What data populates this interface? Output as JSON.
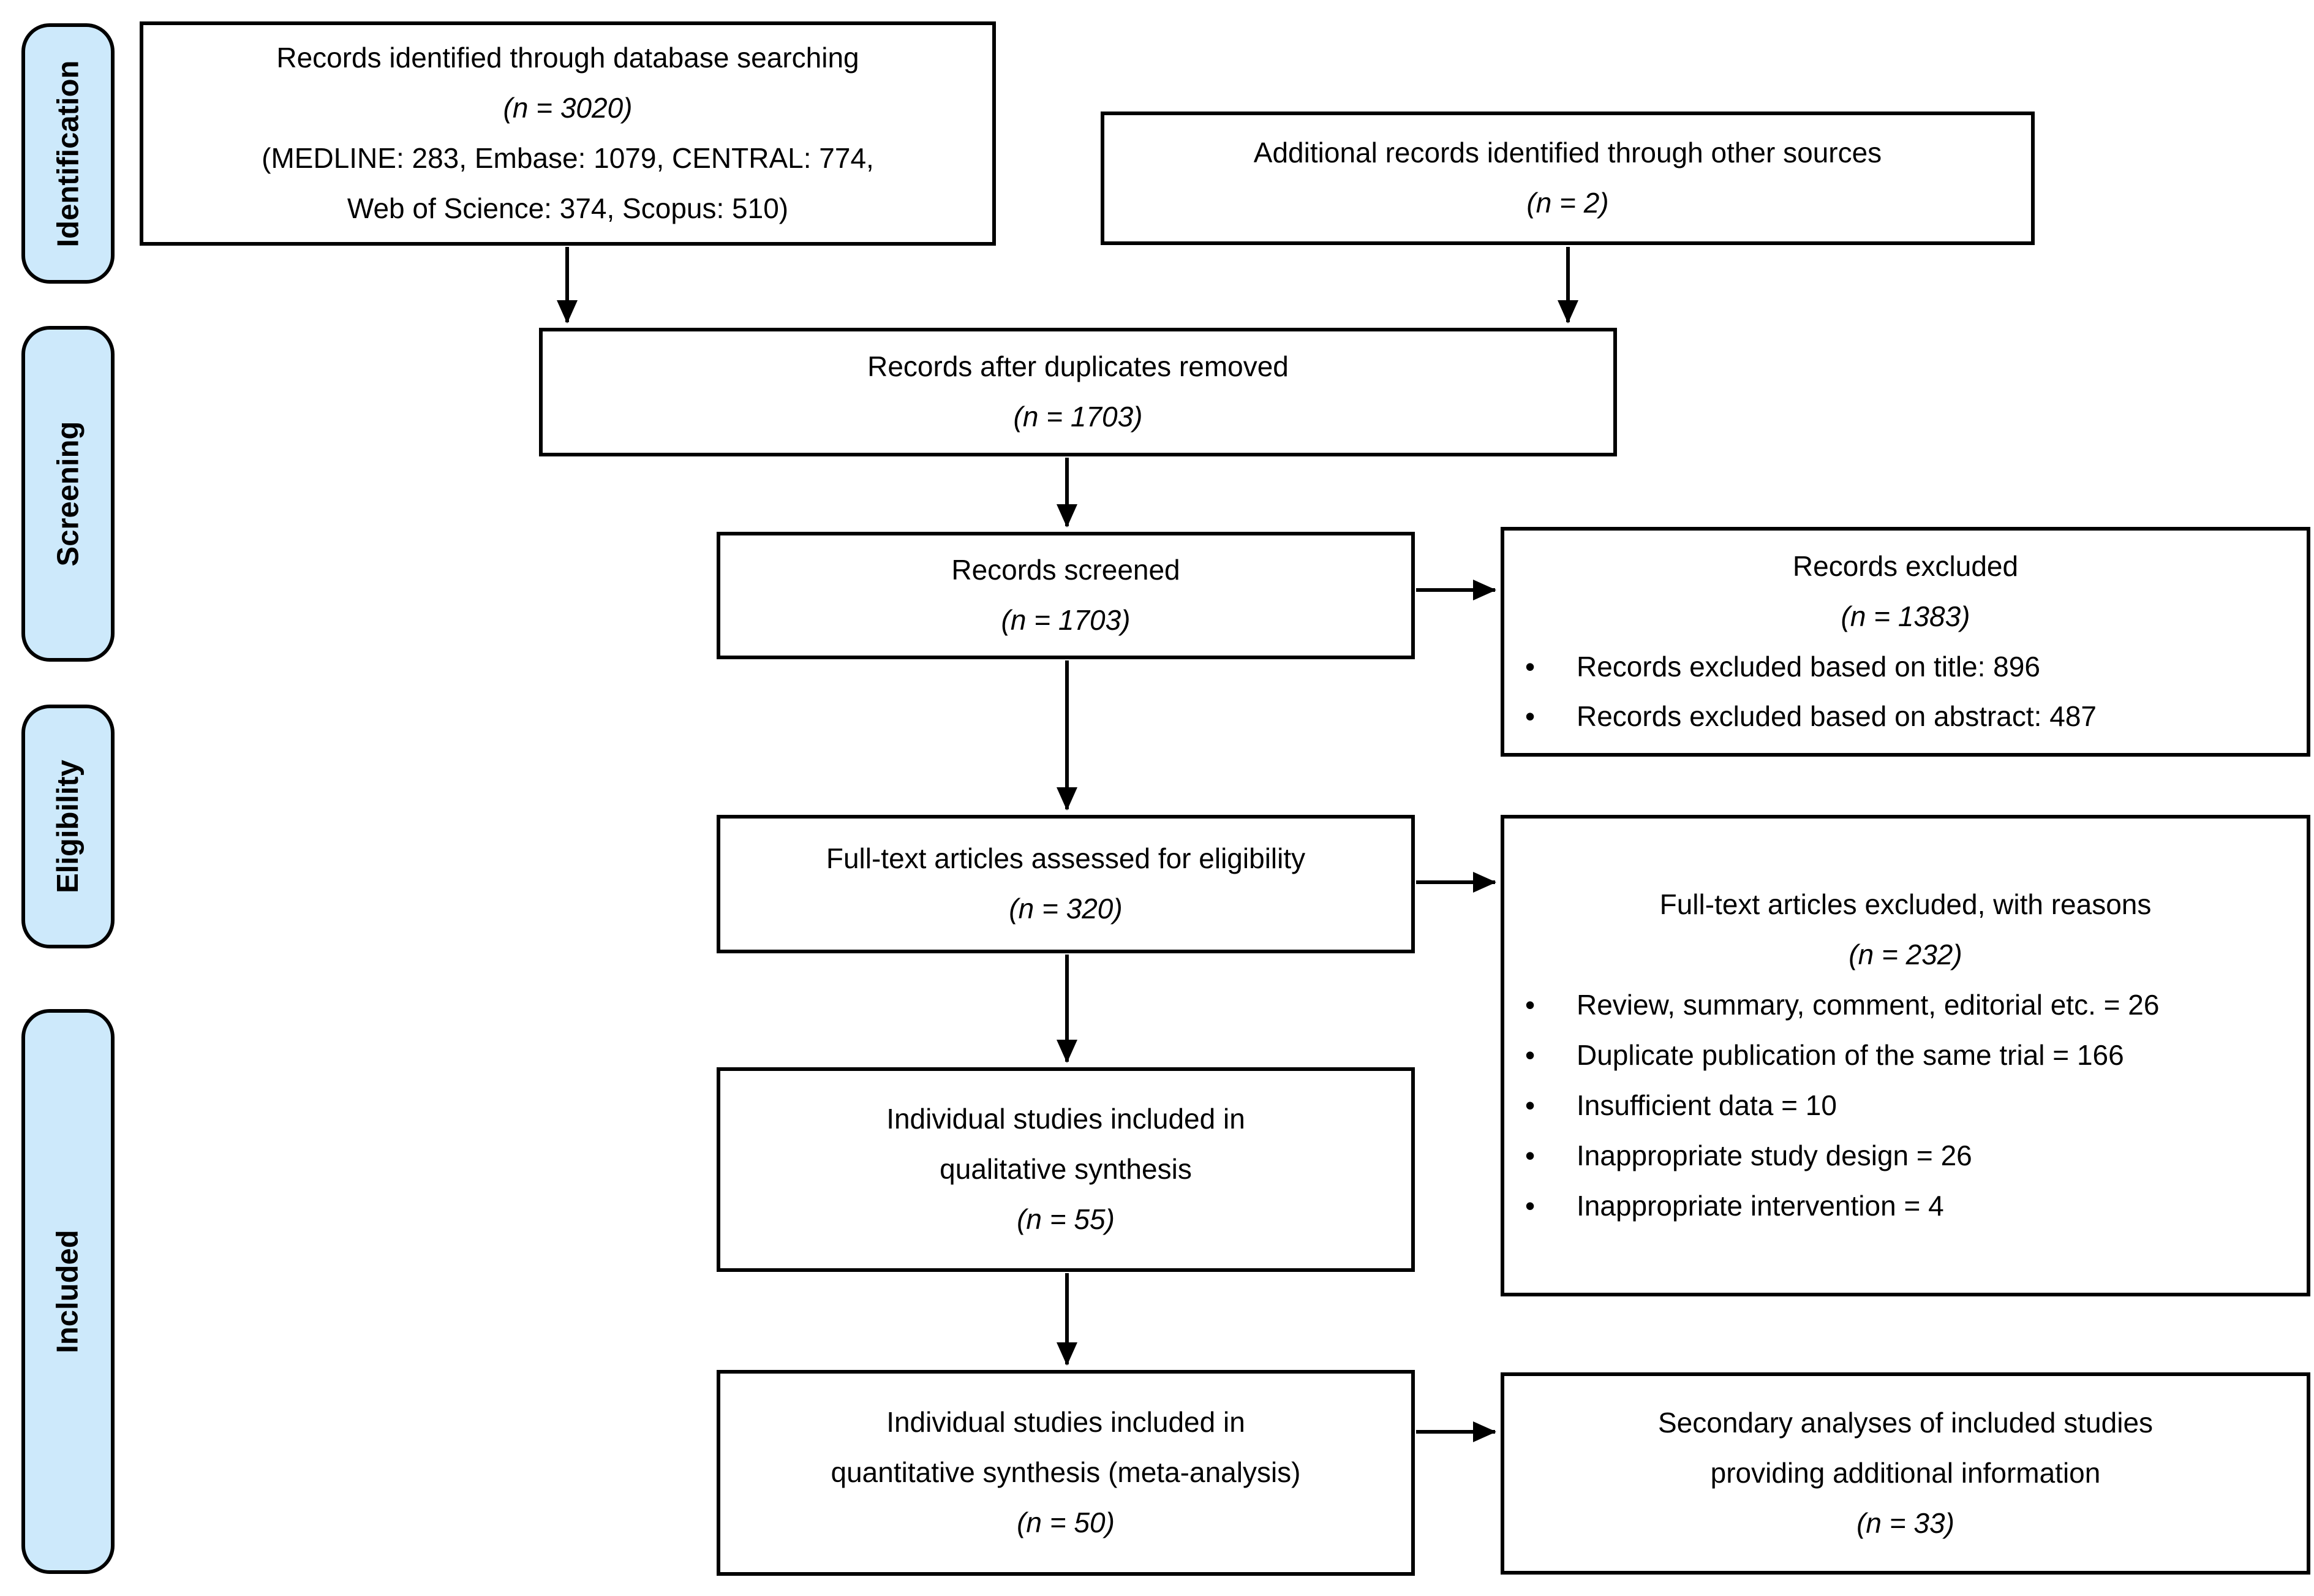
{
  "colors": {
    "stage_fill": "#cde9fb",
    "stroke": "#000000",
    "box_fill": "#ffffff"
  },
  "stages": [
    {
      "label": "Identification"
    },
    {
      "label": "Screening"
    },
    {
      "label": "Eligibility"
    },
    {
      "label": "Included"
    }
  ],
  "boxes": {
    "identified": {
      "title": "Records identified through database searching",
      "n": "(n = 3020)",
      "detail1": "(MEDLINE: 283, Embase: 1079, CENTRAL: 774,",
      "detail2": "Web of Science: 374, Scopus: 510)"
    },
    "other_sources": {
      "title": "Additional records identified through other sources",
      "n": "(n = 2)"
    },
    "duplicates_removed": {
      "title": "Records after duplicates removed",
      "n": "(n = 1703)"
    },
    "screened": {
      "title": "Records screened",
      "n": "(n = 1703)"
    },
    "records_excluded": {
      "title": "Records excluded",
      "n": "(n = 1383)",
      "bullets": [
        "Records excluded based on title: 896",
        "Records excluded based on abstract: 487"
      ]
    },
    "fulltext_assessed": {
      "title": "Full-text articles assessed for eligibility",
      "n": "(n = 320)"
    },
    "fulltext_excluded": {
      "title": "Full-text articles excluded, with reasons",
      "n": "(n = 232)",
      "bullets": [
        "Review, summary, comment, editorial etc. = 26",
        "Duplicate publication of the same trial = 166",
        "Insufficient data = 10",
        "Inappropriate study design = 26",
        "Inappropriate intervention = 4"
      ]
    },
    "qualitative": {
      "title1": "Individual studies included in",
      "title2": "qualitative synthesis",
      "n": "(n = 55)"
    },
    "quantitative": {
      "title1": "Individual studies included in",
      "title2": "quantitative synthesis (meta-analysis)",
      "n": "(n = 50)"
    },
    "secondary": {
      "title1": "Secondary analyses of included studies",
      "title2": "providing additional information",
      "n": "(n = 33)"
    }
  }
}
